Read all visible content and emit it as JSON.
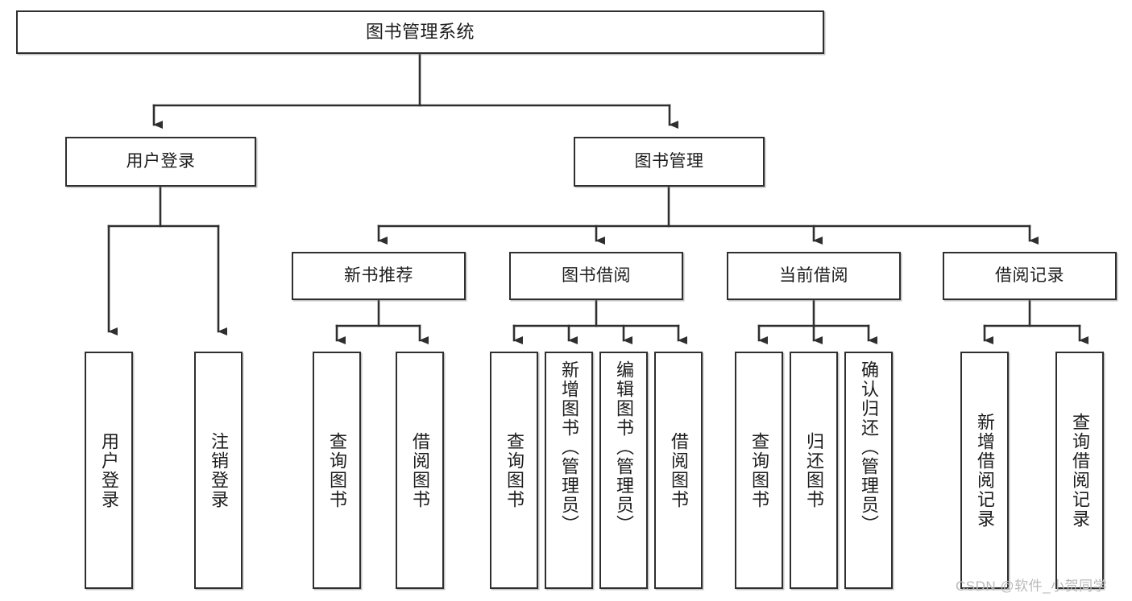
{
  "diagram": {
    "title": "图书管理系统",
    "watermark": "CSDN @软件_小贺同学",
    "line_color": "#2f2f2f",
    "box_fill": "#ffffff",
    "text_color": "#1d1d1d",
    "levels": {
      "root": {
        "label": "图书管理系统"
      },
      "level2": [
        {
          "id": "user-login",
          "label": "用户登录"
        },
        {
          "id": "book-manage",
          "label": "图书管理"
        }
      ],
      "level3": [
        {
          "id": "new-book-recommend",
          "label": "新书推荐",
          "parent": "book-manage"
        },
        {
          "id": "book-borrow",
          "label": "图书借阅",
          "parent": "book-manage"
        },
        {
          "id": "current-borrow",
          "label": "当前借阅",
          "parent": "book-manage"
        },
        {
          "id": "borrow-record",
          "label": "借阅记录",
          "parent": "book-manage"
        }
      ],
      "leaves": [
        {
          "id": "leaf-user-login",
          "label": "用户登录",
          "parent": "user-login"
        },
        {
          "id": "leaf-logout",
          "label": "注销登录",
          "parent": "user-login"
        },
        {
          "id": "leaf-query-book-1",
          "label": "查询图书",
          "parent": "new-book-recommend"
        },
        {
          "id": "leaf-borrow-book-1",
          "label": "借阅图书",
          "parent": "new-book-recommend"
        },
        {
          "id": "leaf-query-book-2",
          "label": "查询图书",
          "parent": "book-borrow"
        },
        {
          "id": "leaf-add-book",
          "label": "新增图书（管理员）",
          "parent": "book-borrow"
        },
        {
          "id": "leaf-edit-book",
          "label": "编辑图书（管理员）",
          "parent": "book-borrow"
        },
        {
          "id": "leaf-borrow-book-2",
          "label": "借阅图书",
          "parent": "book-borrow"
        },
        {
          "id": "leaf-query-book-3",
          "label": "查询图书",
          "parent": "current-borrow"
        },
        {
          "id": "leaf-return-book",
          "label": "归还图书",
          "parent": "current-borrow"
        },
        {
          "id": "leaf-confirm-return",
          "label": "确认归还（管理员）",
          "parent": "current-borrow"
        },
        {
          "id": "leaf-add-record",
          "label": "新增借阅记录",
          "parent": "borrow-record"
        },
        {
          "id": "leaf-query-record",
          "label": "查询借阅记录",
          "parent": "borrow-record"
        }
      ]
    }
  }
}
